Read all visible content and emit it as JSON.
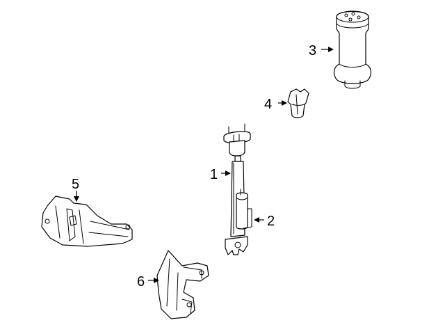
{
  "callouts": {
    "c1": "1",
    "c2": "2",
    "c3": "3",
    "c4": "4",
    "c5": "5",
    "c6": "6"
  },
  "parts": {
    "p1": "shock-absorber",
    "p2": "shock-absorber-valve",
    "p3": "air-spring",
    "p4": "bump-stop",
    "p5": "mounting-bracket",
    "p6": "mounting-bracket"
  },
  "colors": {
    "line": "#000000",
    "background": "#ffffff"
  }
}
